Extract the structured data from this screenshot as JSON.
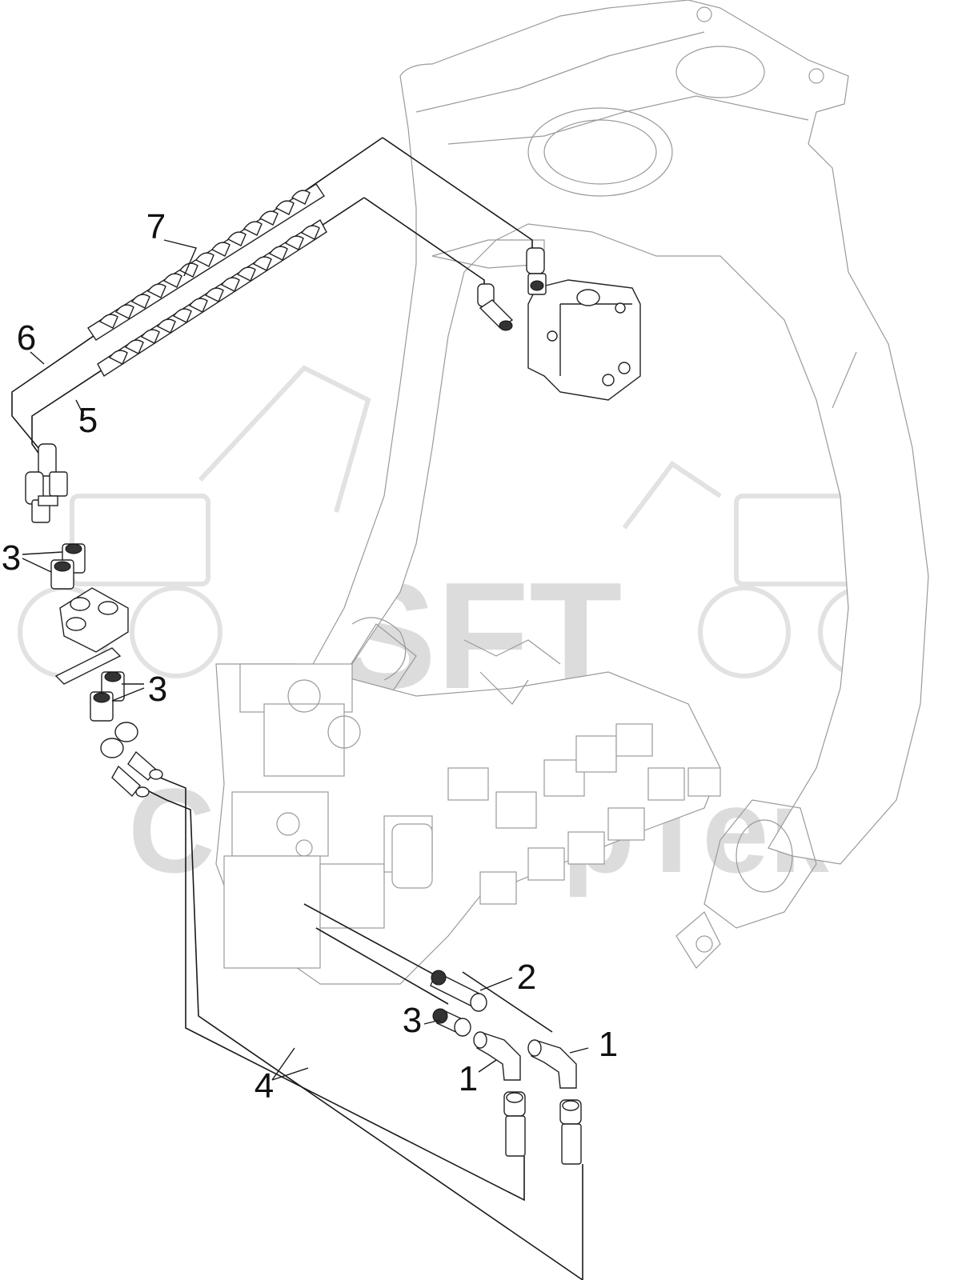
{
  "watermark": {
    "logo": "SFT",
    "text": "СканиорТек"
  },
  "callouts": {
    "c1a": "1",
    "c1b": "1",
    "c2": "2",
    "c3a": "3",
    "c3b": "3",
    "c3c": "3",
    "c4": "4",
    "c5": "5",
    "c6": "6",
    "c7": "7"
  },
  "colors": {
    "line": "#1a1a1a",
    "frame": "#9a9a9a",
    "watermark": "#dcdcdc"
  }
}
